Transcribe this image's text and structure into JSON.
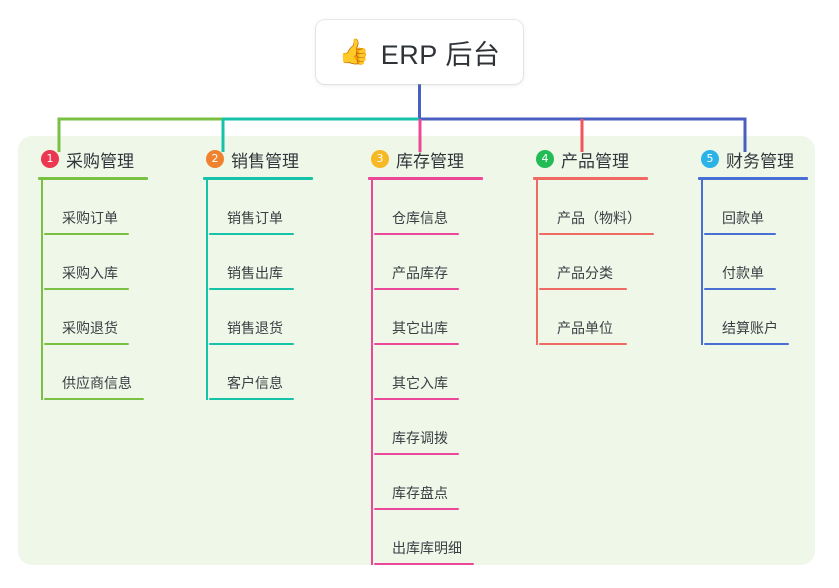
{
  "root": {
    "icon": "thumbs-up-icon",
    "icon_glyph": "👍",
    "title": "ERP 后台"
  },
  "palette": {
    "panel_bg": "#eef7e8",
    "page_bg": "#ffffff",
    "root_stem": "#4a5fc1",
    "bus_left": "#7ac143",
    "bus_mid": "#16c2a8",
    "bus_right": "#4a5fc1",
    "text": "#31363b"
  },
  "columns": [
    {
      "index": "1",
      "badge_color": "#ec3750",
      "line_color": "#7ac143",
      "drop_color": "#7ac143",
      "title": "采购管理",
      "rule_width": 110,
      "children": [
        {
          "label": "采购订单",
          "rule_width": 85
        },
        {
          "label": "采购入库",
          "rule_width": 85
        },
        {
          "label": "采购退货",
          "rule_width": 85
        },
        {
          "label": "供应商信息",
          "rule_width": 100
        }
      ]
    },
    {
      "index": "2",
      "badge_color": "#f0822f",
      "line_color": "#16c2a8",
      "drop_color": "#16c2a8",
      "title": "销售管理",
      "rule_width": 110,
      "children": [
        {
          "label": "销售订单",
          "rule_width": 85
        },
        {
          "label": "销售出库",
          "rule_width": 85
        },
        {
          "label": "销售退货",
          "rule_width": 85
        },
        {
          "label": "客户信息",
          "rule_width": 85
        }
      ]
    },
    {
      "index": "3",
      "badge_color": "#f6b824",
      "line_color": "#ec4899",
      "drop_color": "#ec4899",
      "title": "库存管理",
      "rule_width": 115,
      "children": [
        {
          "label": "仓库信息",
          "rule_width": 85
        },
        {
          "label": "产品库存",
          "rule_width": 85
        },
        {
          "label": "其它出库",
          "rule_width": 85
        },
        {
          "label": "其它入库",
          "rule_width": 85
        },
        {
          "label": "库存调拨",
          "rule_width": 85
        },
        {
          "label": "库存盘点",
          "rule_width": 85
        },
        {
          "label": "出库库明细",
          "rule_width": 100
        }
      ]
    },
    {
      "index": "4",
      "badge_color": "#22bb55",
      "line_color": "#f06a64",
      "drop_color": "#f0555a",
      "title": "产品管理",
      "rule_width": 115,
      "children": [
        {
          "label": "产品（物料）",
          "rule_width": 115
        },
        {
          "label": "产品分类",
          "rule_width": 88
        },
        {
          "label": "产品单位",
          "rule_width": 88
        }
      ]
    },
    {
      "index": "5",
      "badge_color": "#2bb3e8",
      "line_color": "#4a6fd4",
      "drop_color": "#4a5fc1",
      "title": "财务管理",
      "rule_width": 110,
      "children": [
        {
          "label": "回款单",
          "rule_width": 72
        },
        {
          "label": "付款单",
          "rule_width": 72
        },
        {
          "label": "结算账户",
          "rule_width": 85
        }
      ]
    }
  ]
}
